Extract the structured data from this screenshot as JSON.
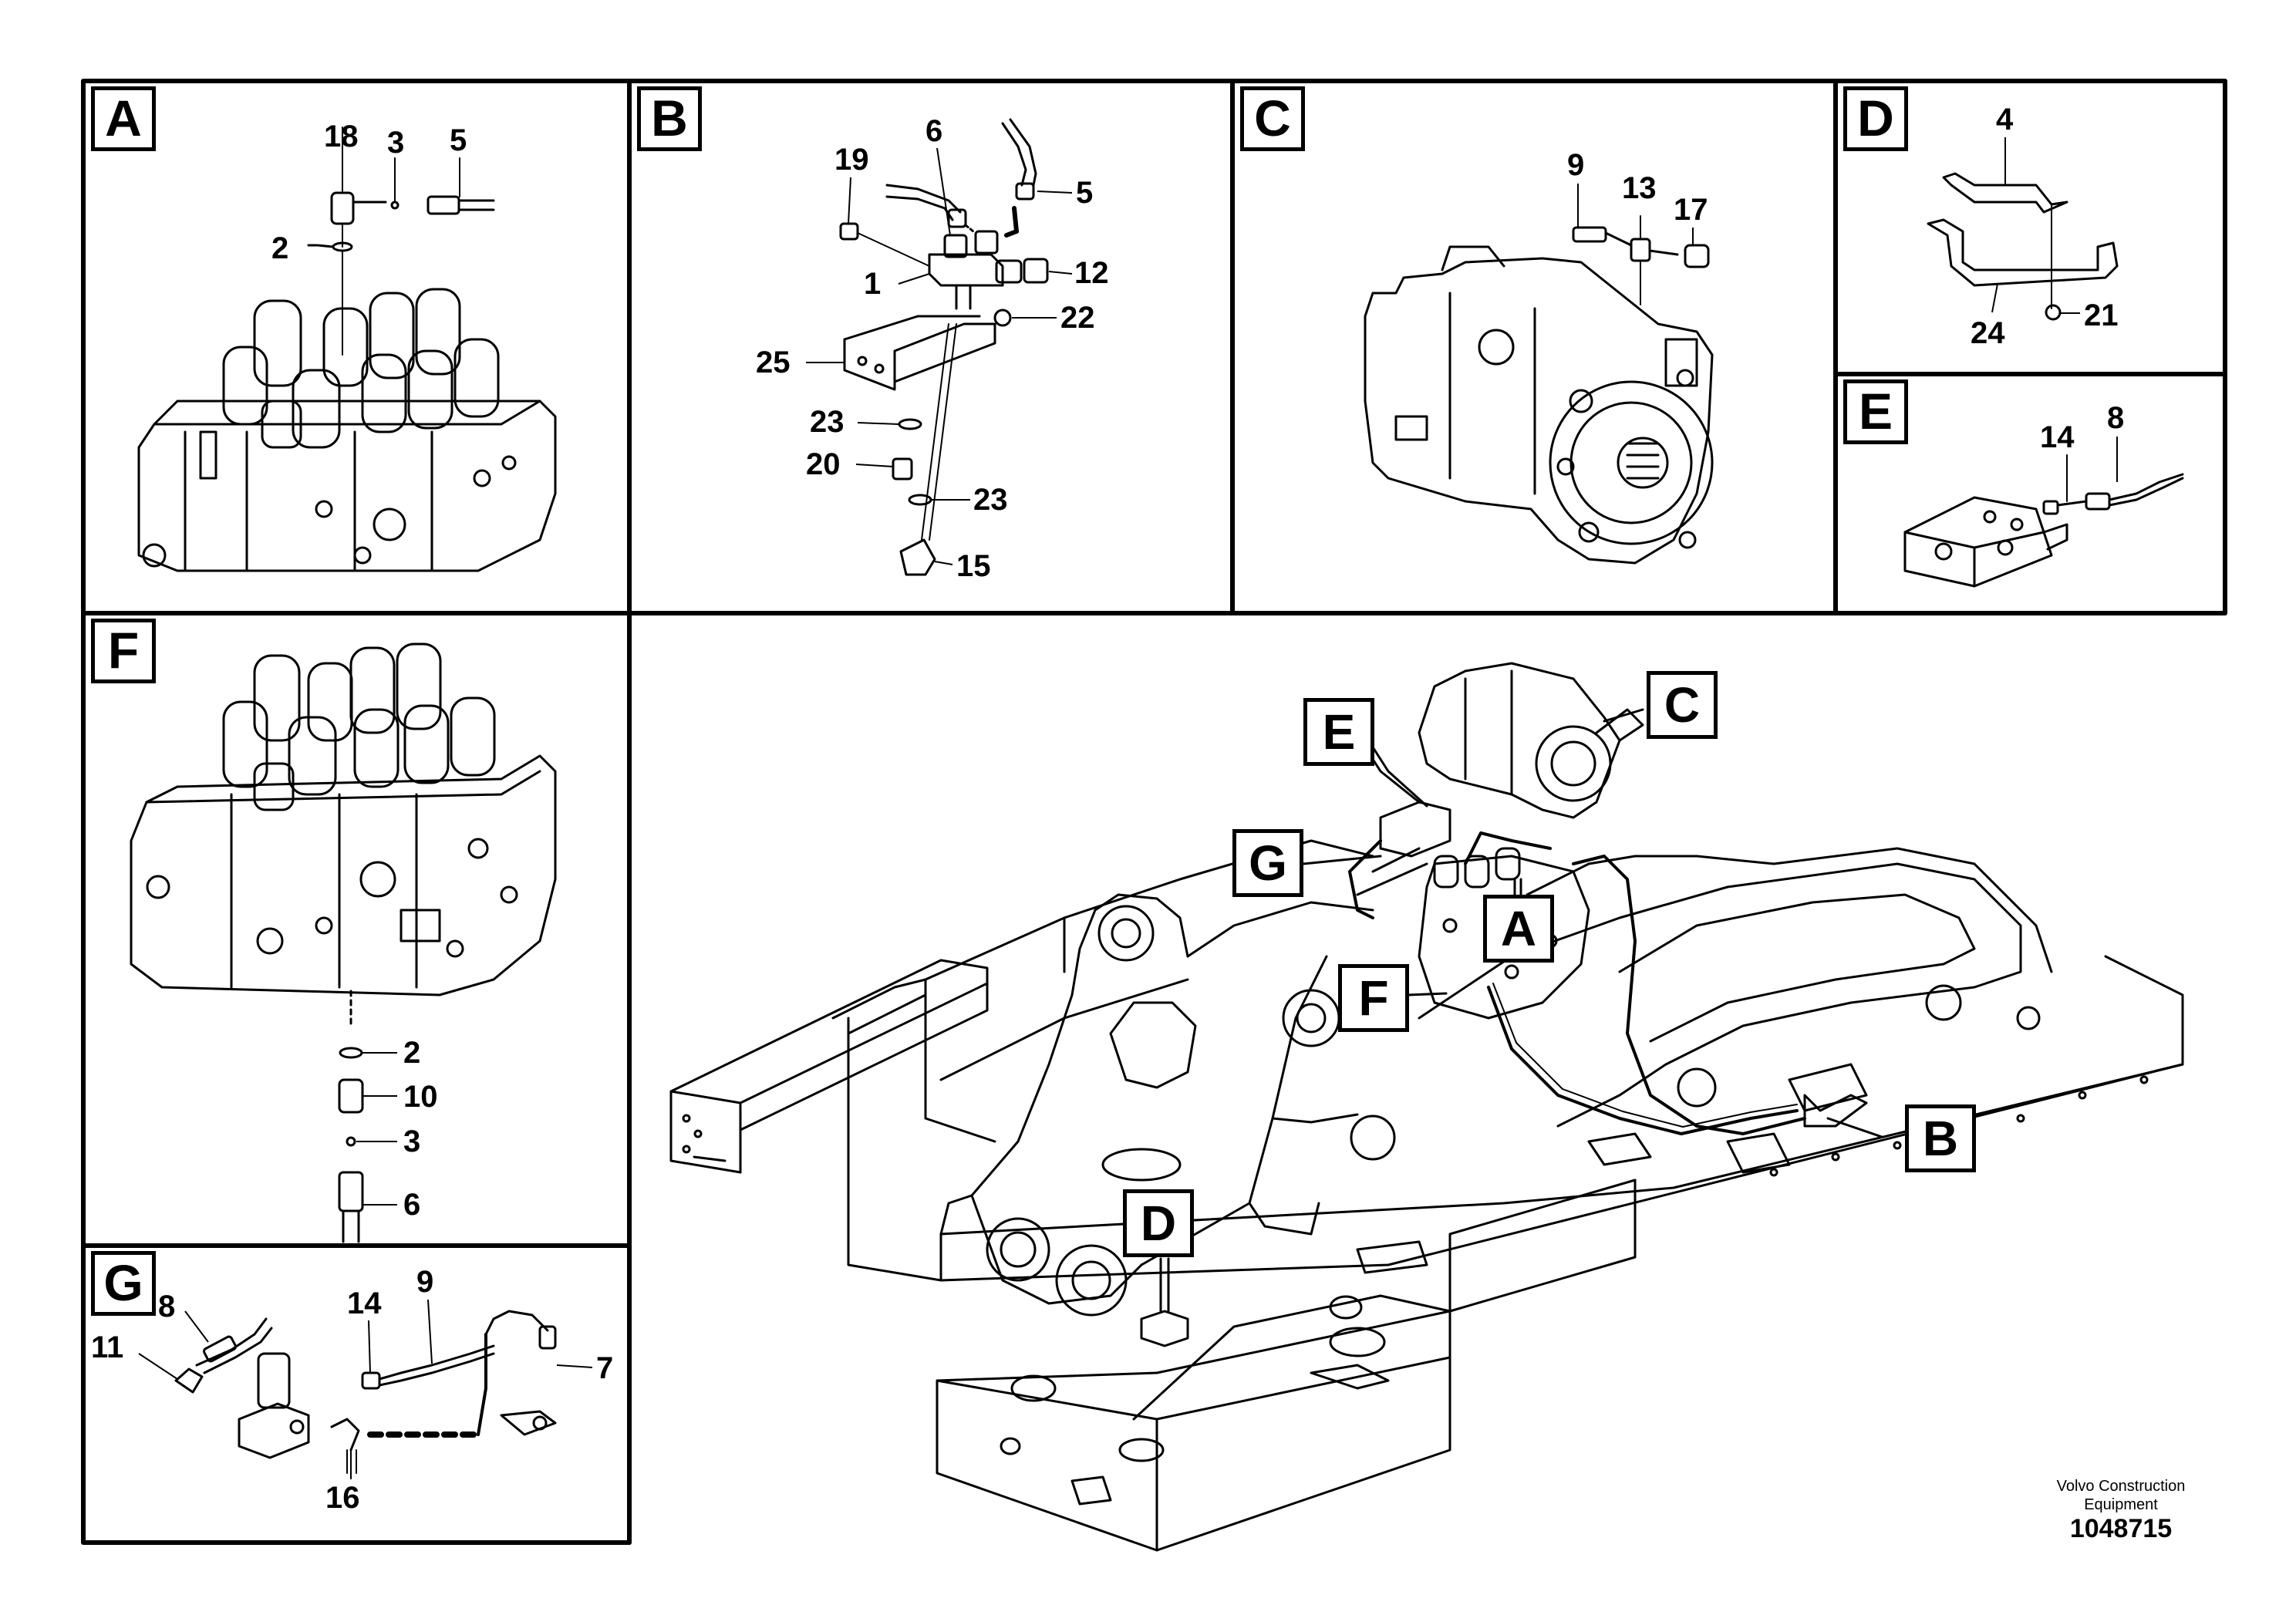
{
  "panels": {
    "A": {
      "label": "A",
      "callouts": [
        "18",
        "3",
        "5",
        "2"
      ]
    },
    "B": {
      "label": "B",
      "callouts": [
        "6",
        "19",
        "5",
        "1",
        "12",
        "22",
        "25",
        "23",
        "20",
        "23",
        "15"
      ]
    },
    "C": {
      "label": "C",
      "callouts": [
        "9",
        "13",
        "17"
      ]
    },
    "D": {
      "label": "D",
      "callouts": [
        "4",
        "24",
        "21"
      ]
    },
    "E": {
      "label": "E",
      "callouts": [
        "14",
        "8"
      ]
    },
    "F": {
      "label": "F",
      "callouts": [
        "2",
        "10",
        "3",
        "6"
      ]
    },
    "G": {
      "label": "G",
      "callouts": [
        "8",
        "14",
        "9",
        "11",
        "7",
        "16"
      ]
    }
  },
  "overview_labels": [
    "E",
    "C",
    "G",
    "A",
    "F",
    "B",
    "D"
  ],
  "footer": {
    "company_line1": "Volvo Construction",
    "company_line2": "Equipment",
    "part_number": "1048715"
  }
}
